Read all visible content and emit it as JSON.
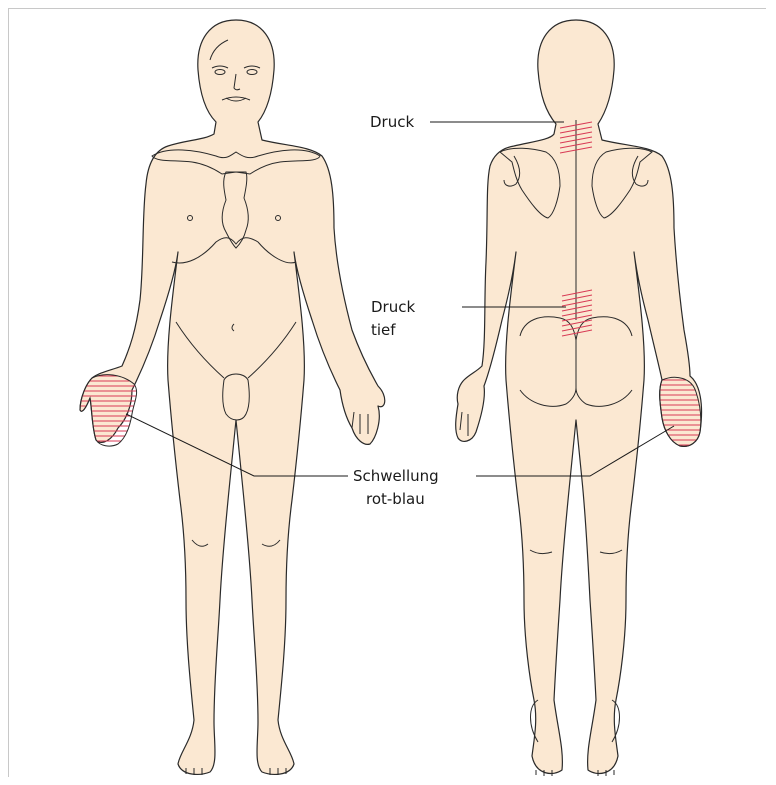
{
  "labels": {
    "pressure_upper": "Druck",
    "pressure_lower_line1": "Druck",
    "pressure_lower_line2": "tief",
    "swelling_line1": "Schwellung",
    "swelling_line2": "rot-blau"
  },
  "colors": {
    "skin": "#fbe8d2",
    "outline": "#2a2a2a",
    "marking": "#d83a55"
  },
  "views": [
    "front-view",
    "back-view"
  ]
}
